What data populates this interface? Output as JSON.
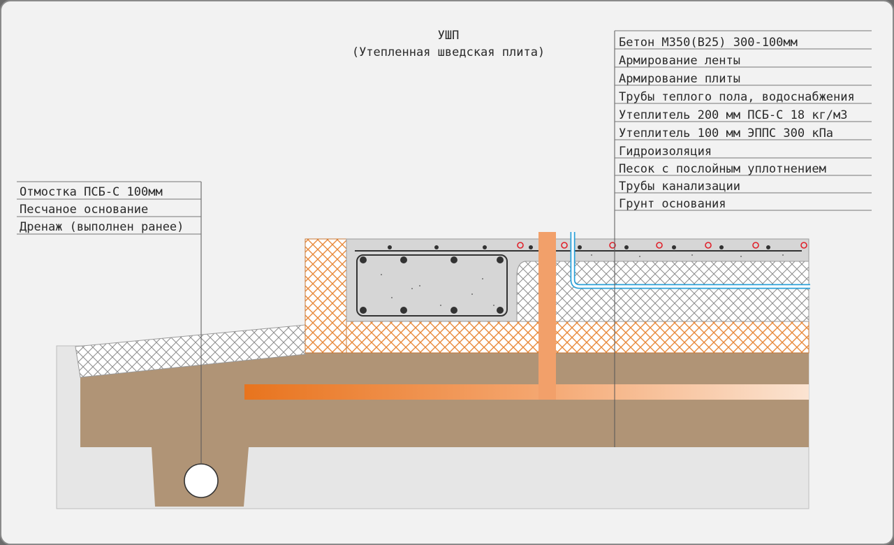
{
  "title": {
    "line1": "УШП",
    "line2": "(Утепленная шведская плита)"
  },
  "right_legend": [
    "Бетон М350(В25) 300-100мм",
    "Армирование ленты",
    "Армирование плиты",
    "Трубы теплого пола, водоснабжения",
    "Утеплитель 200 мм ПСБ-С 18 кг/м3",
    "Утеплитель 100 мм ЭППС 300 кПа",
    "Гидроизоляция",
    "Песок с послойным уплотнением",
    "Трубы канализации",
    "Грунт основания"
  ],
  "left_legend": [
    "Отмостка ПСБ-С 100мм",
    "Песчаное основание",
    "Дренаж (выполнен ранее)"
  ],
  "colors": {
    "frame_bg": "#f2f2f2",
    "ground": "#e6e6e6",
    "sand": "#b09476",
    "concrete": "#d6d6d6",
    "eps_hatch": "#8a8a8a",
    "xps_hatch": "#e8893a",
    "sewer_pipe": "#f2a06a",
    "water_pipe": "#2aa0d8",
    "heating_pipe": "#e0202a",
    "rebar": "#333333"
  }
}
